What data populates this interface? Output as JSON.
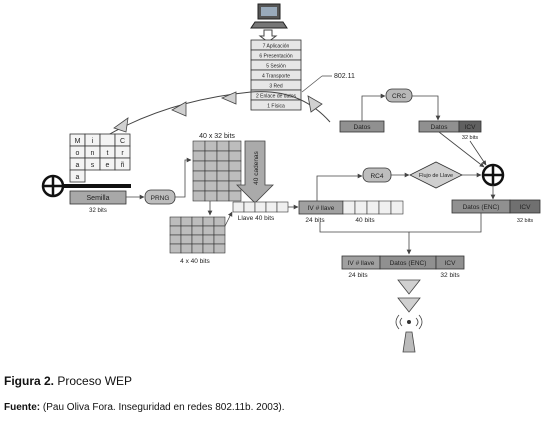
{
  "diagram": {
    "osi_layers": [
      "7 Aplicación",
      "6 Presentación",
      "5 Sesión",
      "4 Transporte",
      "3 Red",
      "2 Enlace de datos",
      "1 Física"
    ],
    "standard": "802.11",
    "datos": "Datos",
    "crc": "CRC",
    "icv": "ICV",
    "icv_bits": "32 bits",
    "message_letters": [
      "M",
      "i",
      "C",
      "o",
      "n",
      "t",
      "r",
      "a",
      "s",
      "e",
      "ñ",
      "a"
    ],
    "semilla": "Semilla",
    "semilla_bits": "32 bits",
    "prng": "PRNG",
    "grid_top_label": "40 x 32 bits",
    "cadenas": "40 cadenas",
    "grid_bottom_label": "4 x 40 bits",
    "llave": "Llave 40 bits",
    "iv_llave": "IV # llave",
    "iv_bits": "24 bits",
    "key_bits": "40 bits",
    "rc4": "RC4",
    "flujo": "Flujo de Llave",
    "datos_enc": "Datos (ENC)",
    "frame_iv_bits": "24 bits",
    "frame_icv_bits": "32 bits"
  },
  "caption": {
    "figure_label": "Figura 2.",
    "figure_title": "Proceso WEP",
    "source_label": "Fuente:",
    "source_text": "(Pau Oliva Fora. Inseguridad en redes 802.11b. 2003)."
  }
}
